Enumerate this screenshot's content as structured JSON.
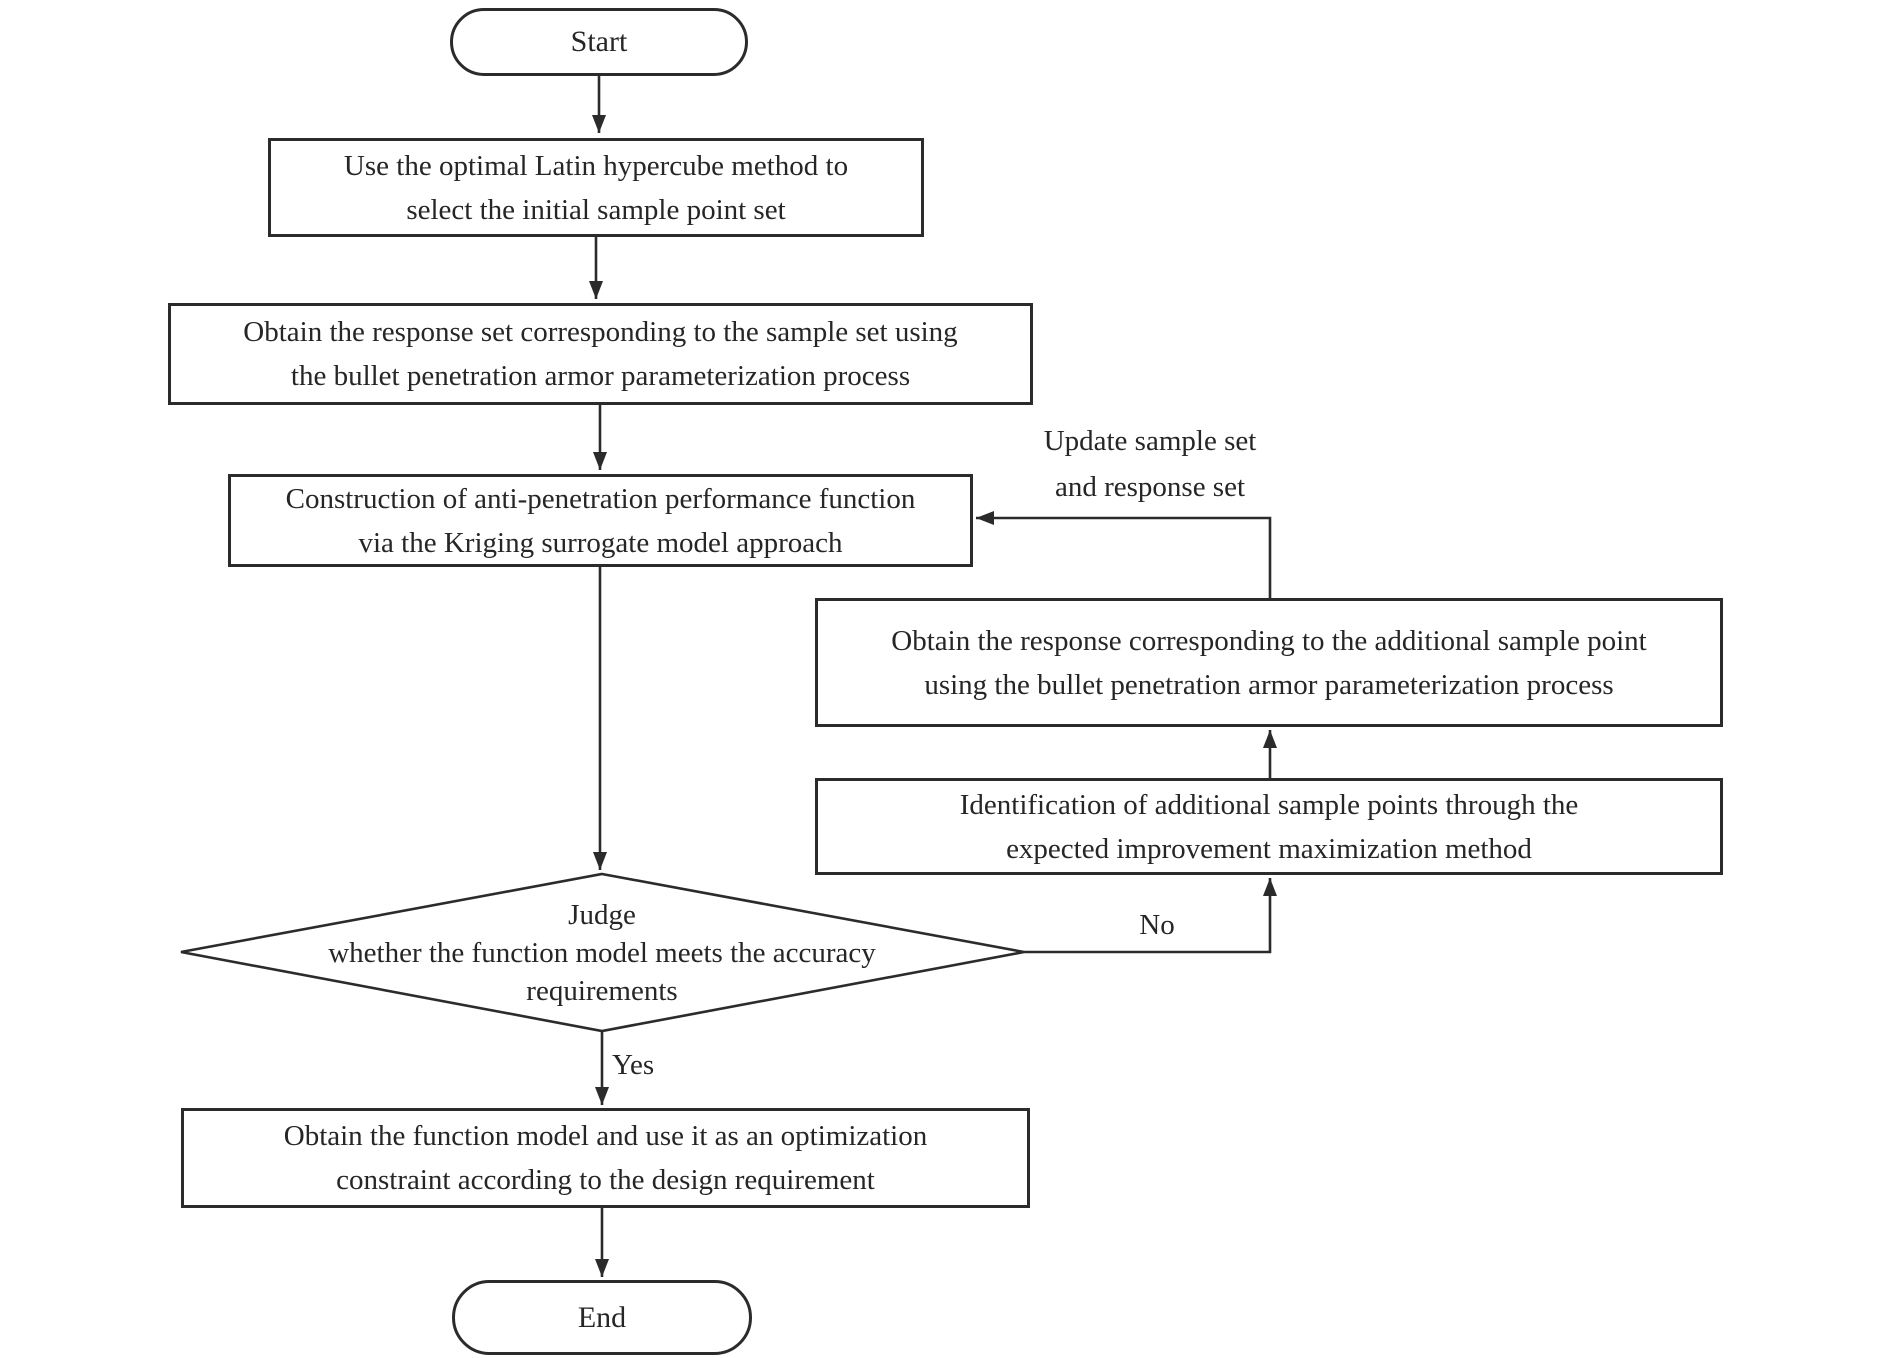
{
  "diagram": {
    "colors": {
      "background": "#ffffff",
      "line": "#2b2b2b",
      "text": "#262626"
    },
    "nodes": {
      "start": {
        "label": "Start"
      },
      "latin_hypercube": {
        "lines": [
          "Use the optimal Latin hypercube method to",
          "select the initial sample point set"
        ]
      },
      "response_set": {
        "lines": [
          "Obtain the response set corresponding to the sample set using",
          "the bullet penetration armor parameterization process"
        ]
      },
      "kriging": {
        "lines": [
          "Construction of anti-penetration performance function",
          "via the Kriging surrogate model approach"
        ]
      },
      "additional_response": {
        "lines": [
          "Obtain the response corresponding to the additional sample point",
          "using the bullet penetration armor parameterization process"
        ]
      },
      "additional_points": {
        "lines": [
          "Identification of additional sample points through the",
          "expected improvement maximization method"
        ]
      },
      "decision": {
        "lines": [
          "Judge",
          "whether the function model meets the accuracy",
          "requirements"
        ]
      },
      "function_model": {
        "lines": [
          "Obtain the function model and use it as an optimization",
          "constraint according to the design requirement"
        ]
      },
      "end": {
        "label": "End"
      }
    },
    "edge_labels": {
      "update": {
        "lines": [
          "Update sample set",
          "and response set"
        ]
      },
      "no": "No",
      "yes": "Yes"
    }
  }
}
